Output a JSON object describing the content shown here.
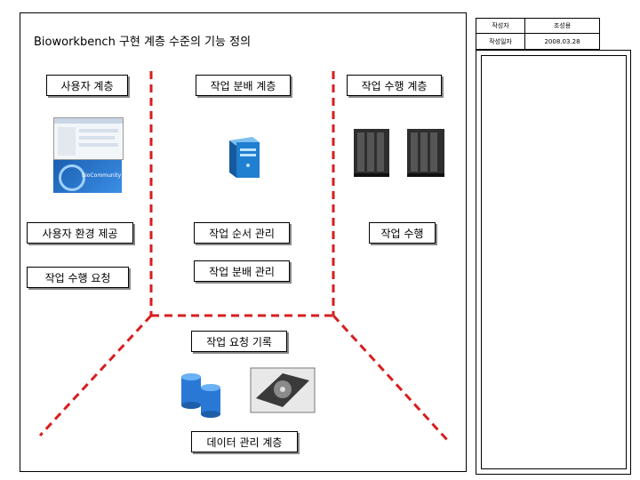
{
  "title": "Bioworkbench 구현 계층 수준의 기능 정의",
  "meta": {
    "author_label": "작성자",
    "author_value": "조성용",
    "date_label": "작성일자",
    "date_value": "2008.03.28"
  },
  "layers": {
    "user": "사용자 계층",
    "distribution": "작업 분배 계층",
    "execution": "작업 수행 계층",
    "data": "데이터 관리 계층"
  },
  "functions": {
    "user_env": "사용자 환경 제공",
    "job_request": "작업 수행 요청",
    "order_mgmt": "작업 순서 관리",
    "dist_mgmt": "작업 분배 관리",
    "execute": "작업 수행",
    "request_log": "작업 요청 기록"
  },
  "screenshot_text": "BioCommunity",
  "colors": {
    "divider": "#d81e1e",
    "server": "#1f7fd0",
    "rack": "#333333",
    "db": "#2a78d6"
  }
}
